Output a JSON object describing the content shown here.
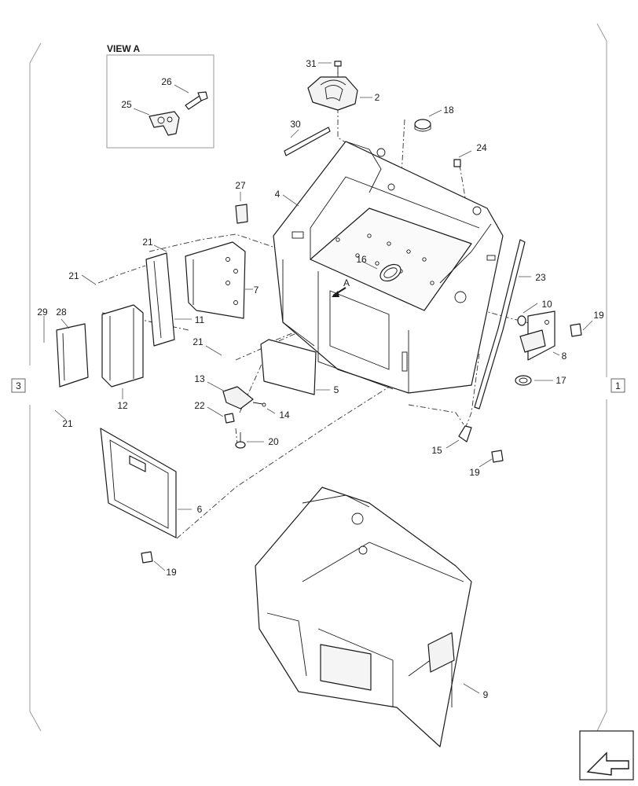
{
  "view_box": {
    "title": "VIEW A"
  },
  "page_refs": {
    "left": "3",
    "right": "1"
  },
  "arrow_label": "A",
  "callouts": [
    {
      "id": "c-31",
      "text": "31"
    },
    {
      "id": "c-2",
      "text": "2"
    },
    {
      "id": "c-18",
      "text": "18"
    },
    {
      "id": "c-24",
      "text": "24"
    },
    {
      "id": "c-30",
      "text": "30"
    },
    {
      "id": "c-26",
      "text": "26"
    },
    {
      "id": "c-25",
      "text": "25"
    },
    {
      "id": "c-27",
      "text": "27"
    },
    {
      "id": "c-4",
      "text": "4"
    },
    {
      "id": "c-16",
      "text": "16"
    },
    {
      "id": "c-23",
      "text": "23"
    },
    {
      "id": "c-21a",
      "text": "21"
    },
    {
      "id": "c-21b",
      "text": "21"
    },
    {
      "id": "c-7",
      "text": "7"
    },
    {
      "id": "c-29",
      "text": "29"
    },
    {
      "id": "c-28",
      "text": "28"
    },
    {
      "id": "c-11",
      "text": "11"
    },
    {
      "id": "c-10",
      "text": "10"
    },
    {
      "id": "c-19a",
      "text": "19"
    },
    {
      "id": "c-8",
      "text": "8"
    },
    {
      "id": "c-21c",
      "text": "21"
    },
    {
      "id": "c-17",
      "text": "17"
    },
    {
      "id": "c-13",
      "text": "13"
    },
    {
      "id": "c-5",
      "text": "5"
    },
    {
      "id": "c-12",
      "text": "12"
    },
    {
      "id": "c-22",
      "text": "22"
    },
    {
      "id": "c-14",
      "text": "14"
    },
    {
      "id": "c-21d",
      "text": "21"
    },
    {
      "id": "c-20",
      "text": "20"
    },
    {
      "id": "c-15",
      "text": "15"
    },
    {
      "id": "c-19b",
      "text": "19"
    },
    {
      "id": "c-6",
      "text": "6"
    },
    {
      "id": "c-19c",
      "text": "19"
    },
    {
      "id": "c-9",
      "text": "9"
    }
  ],
  "icons": {
    "nav": "return-arrow-icon"
  }
}
